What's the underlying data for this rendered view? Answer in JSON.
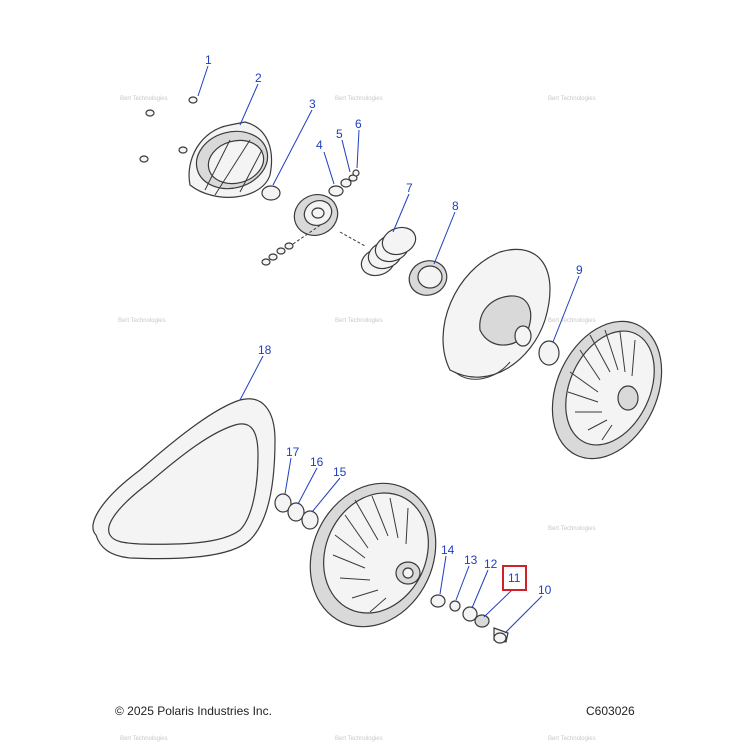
{
  "diagram": {
    "callouts": [
      {
        "id": "c1",
        "label": "1"
      },
      {
        "id": "c2",
        "label": "2"
      },
      {
        "id": "c3",
        "label": "3"
      },
      {
        "id": "c4",
        "label": "4"
      },
      {
        "id": "c5",
        "label": "5"
      },
      {
        "id": "c6",
        "label": "6"
      },
      {
        "id": "c7",
        "label": "7"
      },
      {
        "id": "c8",
        "label": "8"
      },
      {
        "id": "c9",
        "label": "9"
      },
      {
        "id": "c10",
        "label": "10"
      },
      {
        "id": "c11",
        "label": "11"
      },
      {
        "id": "c12",
        "label": "12"
      },
      {
        "id": "c13",
        "label": "13"
      },
      {
        "id": "c14",
        "label": "14"
      },
      {
        "id": "c15",
        "label": "15"
      },
      {
        "id": "c16",
        "label": "16"
      },
      {
        "id": "c17",
        "label": "17"
      },
      {
        "id": "c18",
        "label": "18"
      }
    ],
    "highlighted_callout": "11",
    "watermark_text": "Bert Technologies"
  },
  "footer": {
    "copyright": "© 2025 Polaris Industries Inc.",
    "diagram_code": "C603026"
  },
  "colors": {
    "callout_blue": "#1f3fbf",
    "highlight_red": "#d0202a",
    "line": "#3a3a3a"
  }
}
